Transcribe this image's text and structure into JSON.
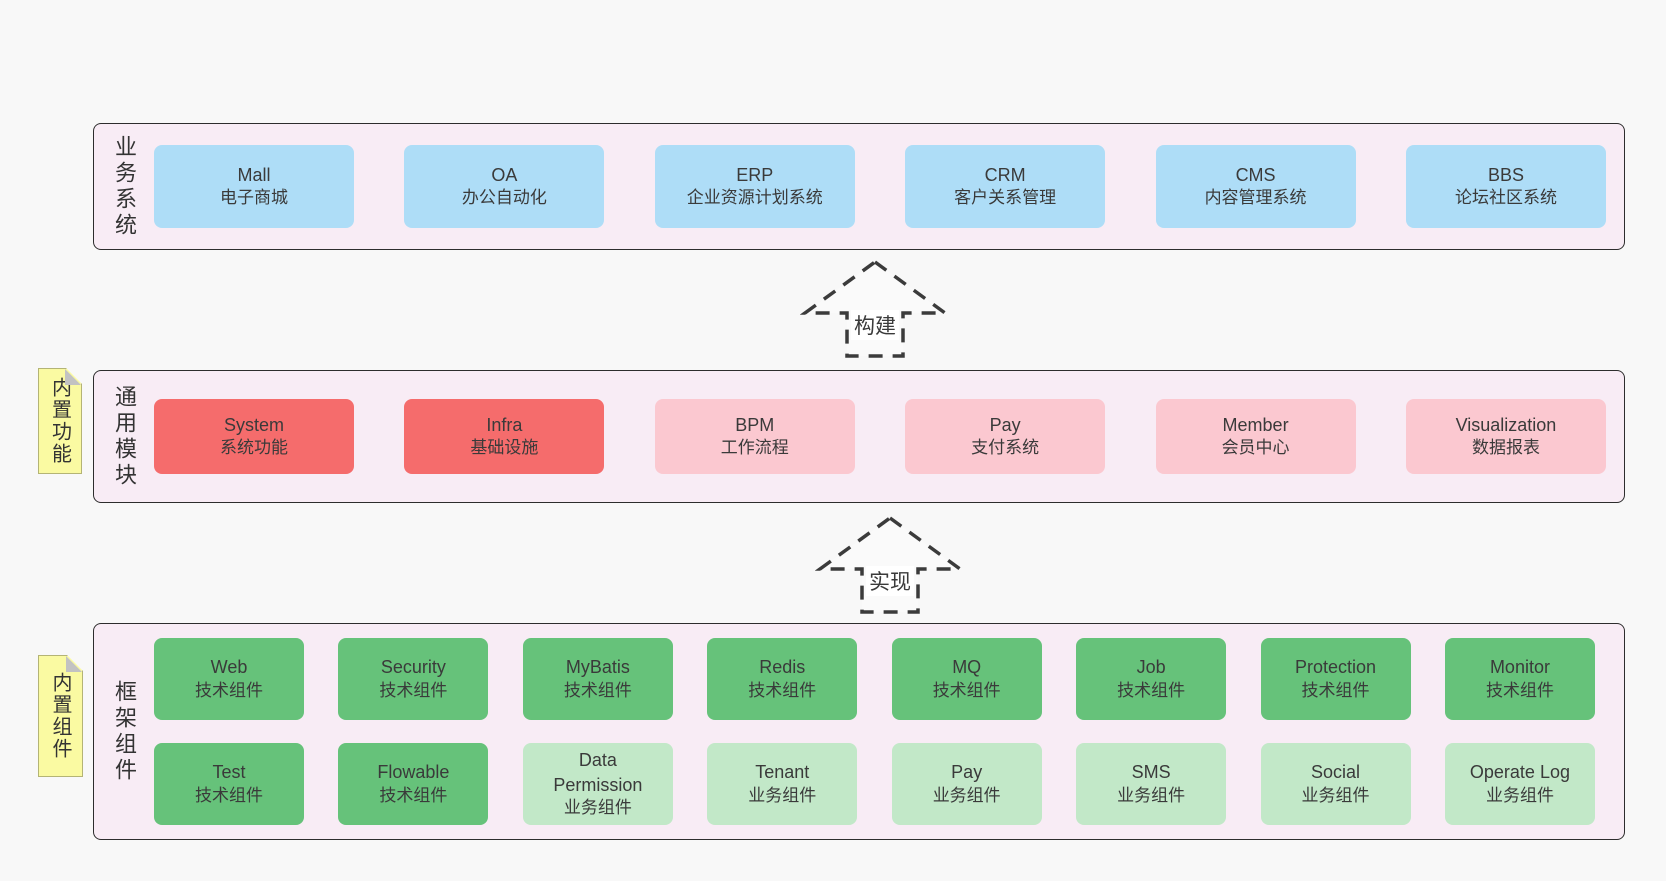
{
  "colors": {
    "page_bg": "#f8f8f8",
    "panel_bg": "#f8ecf5",
    "panel_border": "#2d2d2d",
    "blue": "#aeddf7",
    "red": "#f56c6c",
    "pink": "#fbc8d0",
    "green": "#66c27a",
    "green_light": "#c2e8c8",
    "yellow_note": "#fafaa2",
    "note_fold": "#c2c2c2",
    "arrow": "#3b3b3b",
    "text": "#3a3a3a"
  },
  "layers": [
    {
      "id": "business-systems",
      "label": "业务系统",
      "note": null,
      "rows": [
        [
          {
            "name": "Mall",
            "desc": "电子商城",
            "variant": "blue"
          },
          {
            "name": "OA",
            "desc": "办公自动化",
            "variant": "blue"
          },
          {
            "name": "ERP",
            "desc": "企业资源计划系统",
            "variant": "blue"
          },
          {
            "name": "CRM",
            "desc": "客户关系管理",
            "variant": "blue"
          },
          {
            "name": "CMS",
            "desc": "内容管理系统",
            "variant": "blue"
          },
          {
            "name": "BBS",
            "desc": "论坛社区系统",
            "variant": "blue"
          }
        ]
      ]
    },
    {
      "id": "common-modules",
      "label": "通用模块",
      "note": "内置功能",
      "rows": [
        [
          {
            "name": "System",
            "desc": "系统功能",
            "variant": "red"
          },
          {
            "name": "Infra",
            "desc": "基础设施",
            "variant": "red"
          },
          {
            "name": "BPM",
            "desc": "工作流程",
            "variant": "pink"
          },
          {
            "name": "Pay",
            "desc": "支付系统",
            "variant": "pink"
          },
          {
            "name": "Member",
            "desc": "会员中心",
            "variant": "pink"
          },
          {
            "name": "Visualization",
            "desc": "数据报表",
            "variant": "pink"
          }
        ]
      ]
    },
    {
      "id": "framework-components",
      "label": "框架组件",
      "note": "内置组件",
      "rows": [
        [
          {
            "name": "Web",
            "desc": "技术组件",
            "variant": "green"
          },
          {
            "name": "Security",
            "desc": "技术组件",
            "variant": "green"
          },
          {
            "name": "MyBatis",
            "desc": "技术组件",
            "variant": "green"
          },
          {
            "name": "Redis",
            "desc": "技术组件",
            "variant": "green"
          },
          {
            "name": "MQ",
            "desc": "技术组件",
            "variant": "green"
          },
          {
            "name": "Job",
            "desc": "技术组件",
            "variant": "green"
          },
          {
            "name": "Protection",
            "desc": "技术组件",
            "variant": "green"
          },
          {
            "name": "Monitor",
            "desc": "技术组件",
            "variant": "green"
          }
        ],
        [
          {
            "name": "Test",
            "desc": "技术组件",
            "variant": "green"
          },
          {
            "name": "Flowable",
            "desc": "技术组件",
            "variant": "green"
          },
          {
            "name": "Data Permission",
            "desc": "业务组件",
            "variant": "green-light"
          },
          {
            "name": "Tenant",
            "desc": "业务组件",
            "variant": "green-light"
          },
          {
            "name": "Pay",
            "desc": "业务组件",
            "variant": "green-light"
          },
          {
            "name": "SMS",
            "desc": "业务组件",
            "variant": "green-light"
          },
          {
            "name": "Social",
            "desc": "业务组件",
            "variant": "green-light"
          },
          {
            "name": "Operate Log",
            "desc": "业务组件",
            "variant": "green-light"
          }
        ]
      ]
    }
  ],
  "arrows": [
    {
      "label": "构建"
    },
    {
      "label": "实现"
    }
  ]
}
